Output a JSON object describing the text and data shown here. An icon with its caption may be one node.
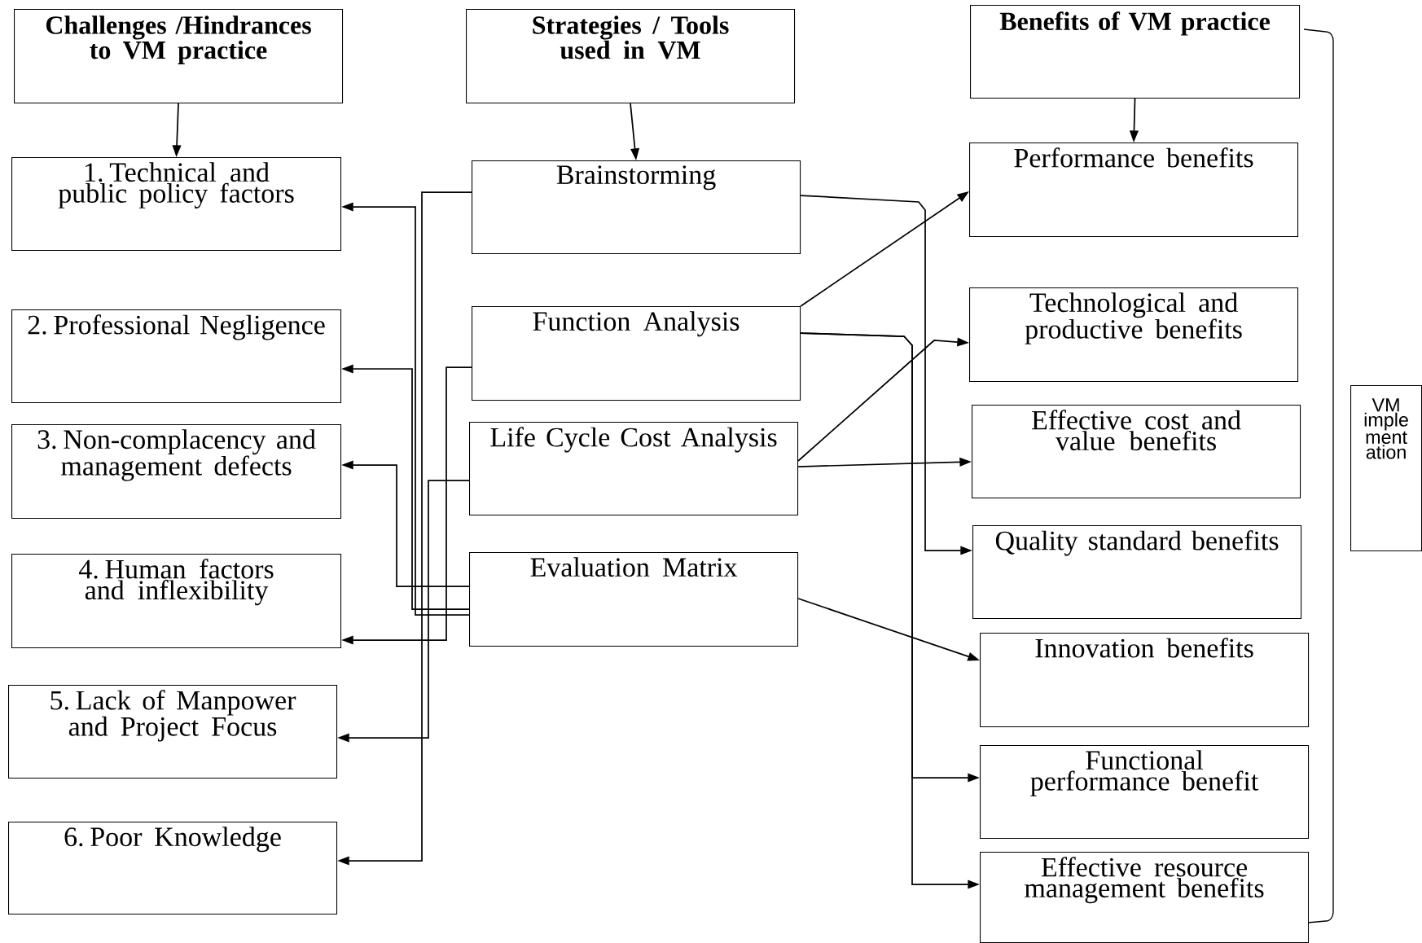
{
  "diagram": {
    "nodes": [
      {
        "text": [
          "Challenges /Hindrances to VM practice"
        ]
      },
      {
        "text": [
          "Strategies / Tools used in VM"
        ]
      },
      {
        "text": [
          "Benefits of VM practice"
        ]
      },
      {
        "text": [
          "1. Technical and public policy factors"
        ]
      },
      {
        "text": [
          "2. Professional Negligence"
        ]
      },
      {
        "text": [
          "3. Non-complacency and management defects"
        ]
      },
      {
        "text": [
          "4. Human factors and inflexibility"
        ]
      },
      {
        "text": [
          "5. Lack of Manpower and Project Focus"
        ]
      },
      {
        "text": [
          "6. Poor Knowledge"
        ]
      },
      {
        "text": [
          "Brainstorming"
        ]
      },
      {
        "text": [
          "Function Analysis"
        ]
      },
      {
        "text": [
          "Life Cycle Cost Analysis"
        ]
      },
      {
        "text": [
          "Evaluation Matrix"
        ]
      },
      {
        "text": [
          "Performance benefits"
        ]
      },
      {
        "text": [
          "Technological and productive benefits"
        ]
      },
      {
        "text": [
          "Effective cost and value benefits"
        ]
      },
      {
        "text": [
          "Quality standard benefits"
        ]
      },
      {
        "text": [
          "Innovation benefits"
        ]
      },
      {
        "text": [
          "Functional performance benefit"
        ]
      },
      {
        "text": [
          "Effective resource management benefits"
        ]
      },
      {
        "text": [
          "VM imple ment ation"
        ]
      }
    ],
    "edges": [
      {
        "from": 0,
        "to": 3,
        "arrow": "to"
      },
      {
        "from": 1,
        "to": 9,
        "arrow": "to"
      },
      {
        "from": 2,
        "to": 13,
        "arrow": "to"
      },
      {
        "from": 12,
        "to": 3,
        "arrow": "to"
      },
      {
        "from": 12,
        "to": 4,
        "arrow": "to"
      },
      {
        "from": 9,
        "to": 8,
        "arrow": "to"
      },
      {
        "from": 12,
        "to": 5,
        "arrow": "to"
      },
      {
        "from": 10,
        "to": 6,
        "arrow": "to"
      },
      {
        "from": 11,
        "to": 7,
        "arrow": "to"
      },
      {
        "from": 10,
        "to": 13,
        "arrow": "to"
      },
      {
        "from": 9,
        "to": 16,
        "arrow": "to"
      },
      {
        "from": 10,
        "to": 18,
        "arrow": "to"
      },
      {
        "from": 10,
        "to": 19,
        "arrow": "to"
      },
      {
        "from": 11,
        "to": 14,
        "arrow": "to"
      },
      {
        "from": 11,
        "to": 15,
        "arrow": "to"
      },
      {
        "from": 12,
        "to": 17,
        "arrow": "to"
      }
    ]
  }
}
